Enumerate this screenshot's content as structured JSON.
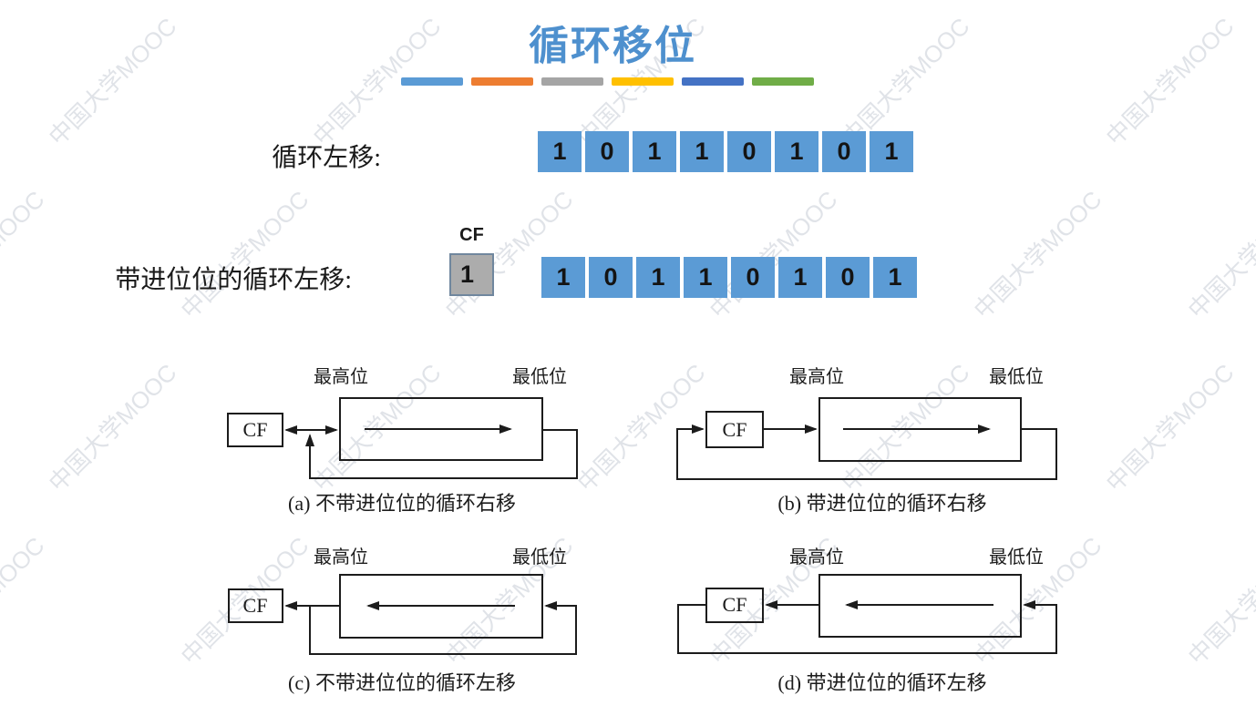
{
  "watermark": {
    "text": "中国大学MOOC"
  },
  "title": {
    "text": "循环移位",
    "color": "#4E90CE"
  },
  "divider_bars": {
    "colors": [
      "#5B9BD5",
      "#ED7D31",
      "#A5A5A5",
      "#FFC000",
      "#4472C4",
      "#70AD47"
    ]
  },
  "colors": {
    "bit_cell": "#5B9BD5",
    "cf_fill": "#ACACAC",
    "cf_border": "#70879E"
  },
  "rows": [
    {
      "label": "循环左移:",
      "bits": [
        "1",
        "0",
        "1",
        "1",
        "0",
        "1",
        "0",
        "1"
      ]
    },
    {
      "label": "带进位位的循环左移:",
      "cf_label": "CF",
      "cf_value": "1",
      "bits": [
        "1",
        "0",
        "1",
        "1",
        "0",
        "1",
        "0",
        "1"
      ]
    }
  ],
  "diagrams": [
    {
      "high_label": "最高位",
      "low_label": "最低位",
      "cf": "CF",
      "caption": "(a) 不带进位位的循环右移"
    },
    {
      "high_label": "最高位",
      "low_label": "最低位",
      "cf": "CF",
      "caption": "(b) 带进位位的循环右移"
    },
    {
      "high_label": "最高位",
      "low_label": "最低位",
      "cf": "CF",
      "caption": "(c) 不带进位位的循环左移"
    },
    {
      "high_label": "最高位",
      "low_label": "最低位",
      "cf": "CF",
      "caption": "(d) 带进位位的循环左移"
    }
  ]
}
